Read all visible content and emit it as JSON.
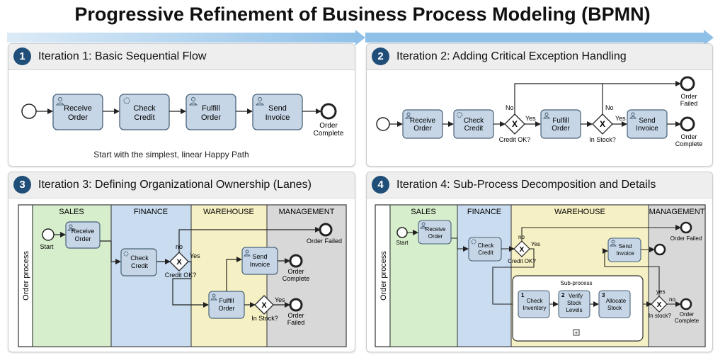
{
  "title": "Progressive Refinement of Business Process Modeling (BPMN)",
  "colors": {
    "task_fill": "#c6d6e6",
    "task_stroke": "#4a6278",
    "badge": "#1f4e79",
    "sales": "#d6eecb",
    "finance": "#c9dcf0",
    "warehouse": "#f6f1c4",
    "management": "#d8d8d8"
  },
  "p1": {
    "num": "1",
    "title": "Iteration 1: Basic Sequential Flow",
    "tasks": {
      "receive": [
        "Receive",
        "Order"
      ],
      "check": [
        "Check",
        "Credit"
      ],
      "fulfill": [
        "Fulfill",
        "Order"
      ],
      "send": [
        "Send",
        "Invoice"
      ]
    },
    "end": [
      "Order",
      "Complete"
    ],
    "caption": "Start with the simplest, linear Happy Path"
  },
  "p2": {
    "num": "2",
    "title": "Iteration 2: Adding Critical Exception Handling",
    "tasks": {
      "receive": [
        "Receive",
        "Order"
      ],
      "check": [
        "Check",
        "Credit"
      ],
      "fulfill": [
        "Fulfill",
        "Order"
      ],
      "send": [
        "Send",
        "Invoice"
      ]
    },
    "gw1": {
      "label": "Credit OK?",
      "no": "No",
      "yes": "Yes"
    },
    "gw2": {
      "label": "In Stock?",
      "no": "No",
      "yes": "Yes"
    },
    "end_failed": [
      "Order",
      "Failed"
    ],
    "end_complete": [
      "Order",
      "Complete"
    ]
  },
  "p3": {
    "num": "3",
    "title": "Iteration 3: Defining Organizational Ownership (Lanes)",
    "pool": "Order process",
    "lanes": {
      "sales": "SALES",
      "finance": "FINANCE",
      "warehouse": "WAREHOUSE",
      "management": "MANAGEMENT"
    },
    "start": "Start",
    "tasks": {
      "receive": [
        "Receive",
        "Order"
      ],
      "check": [
        "Check",
        "Credit"
      ],
      "send": [
        "Send",
        "Invoice"
      ],
      "fulfill": [
        "Fulfill",
        "Order"
      ]
    },
    "gw1": {
      "label": "Credit OK?",
      "no": "no",
      "yes": "Yes"
    },
    "gw2": {
      "label": "In Stock?",
      "yes": "Yes"
    },
    "end_failed_top": "Order Failed",
    "end_complete": [
      "Order",
      "Complete"
    ],
    "end_failed_bottom": [
      "Order",
      "Failed"
    ]
  },
  "p4": {
    "num": "4",
    "title": "Iteration 4: Sub-Process Decomposition and Details",
    "pool": "Order process",
    "lanes": {
      "sales": "SALES",
      "finance": "FINANCE",
      "warehouse": "WAREHOUSE",
      "management": "MANAGEMENT"
    },
    "start": "Start",
    "tasks": {
      "receive": [
        "Receive",
        "Order"
      ],
      "check": [
        "Check",
        "Credit"
      ],
      "send": [
        "Send",
        "Invoice"
      ]
    },
    "gw1": {
      "label": "Credit OK?",
      "no": "no",
      "yes": "Yes"
    },
    "subprocess": {
      "label": "Sub-process",
      "steps": [
        {
          "num": "1",
          "lines": [
            "Check",
            "Inventory"
          ]
        },
        {
          "num": "2",
          "lines": [
            "Verify",
            "Stock",
            "Levels"
          ]
        },
        {
          "num": "3",
          "lines": [
            "Allocate",
            "Stock"
          ]
        }
      ],
      "collapse": "+"
    },
    "gw2": {
      "label": "In stock?",
      "yes": "yes",
      "no": "no"
    },
    "end_failed": "Order Failed",
    "end_complete": [
      "Order",
      "Complete"
    ]
  }
}
